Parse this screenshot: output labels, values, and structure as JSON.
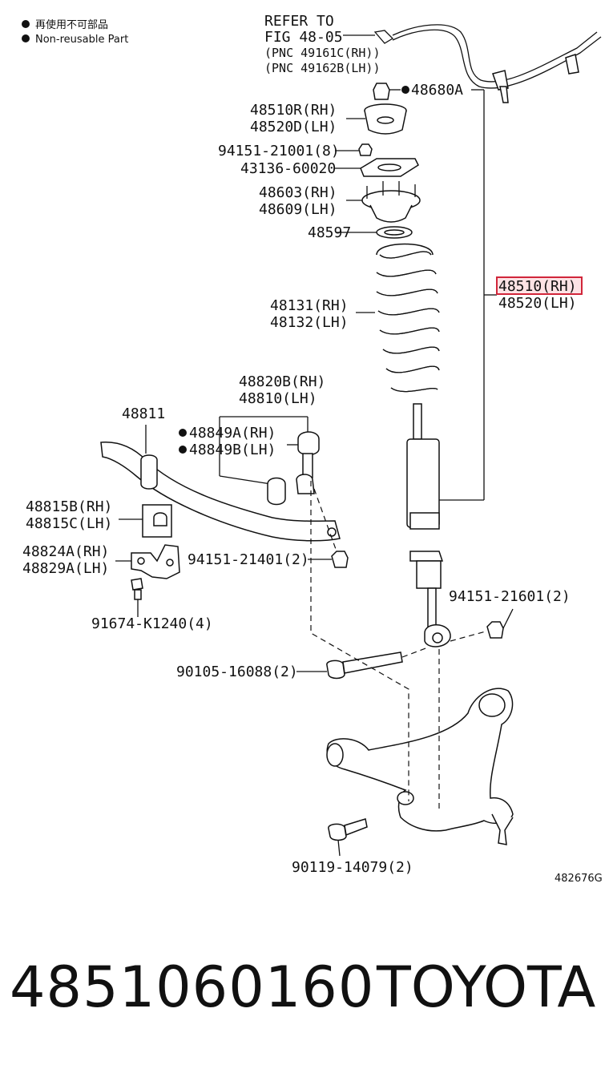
{
  "legend": {
    "jp_label": "再使用不可部品",
    "en_label": "Non-reusable Part"
  },
  "refer": {
    "line1": "REFER TO",
    "line2": "FIG 48-05",
    "line3": "(PNC 49161C(RH))",
    "line4": "(PNC 49162B(LH))"
  },
  "labels": {
    "p48680A": "48680A",
    "p48510R": "48510R(RH)",
    "p48520D": "48520D(LH)",
    "p94151_21001": "94151-21001(8)",
    "p43136": "43136-60020",
    "p48603": "48603(RH)",
    "p48609": "48609(LH)",
    "p48597": "48597",
    "p48510RH": "48510(RH)",
    "p48520LH": "48520(LH)",
    "p48131": "48131(RH)",
    "p48132": "48132(LH)",
    "p48820B": "48820B(RH)",
    "p48810": "48810(LH)",
    "p48811": "48811",
    "p48849A": "48849A(RH)",
    "p48849B": "48849B(LH)",
    "p48815B": "48815B(RH)",
    "p48815C": "48815C(LH)",
    "p48824A": "48824A(RH)",
    "p48829A": "48829A(LH)",
    "p94151_21401": "94151-21401(2)",
    "p91674": "91674-K1240(4)",
    "p94151_21601": "94151-21601(2)",
    "p90105": "90105-16088(2)",
    "p90119": "90119-14079(2)"
  },
  "illustration_code": "482676G",
  "footer": {
    "part_number": "4851060160",
    "brand": "TOYOTA"
  },
  "colors": {
    "highlight_border": "#d1263a",
    "highlight_fill": "#fde3e5",
    "ink": "#111111"
  }
}
